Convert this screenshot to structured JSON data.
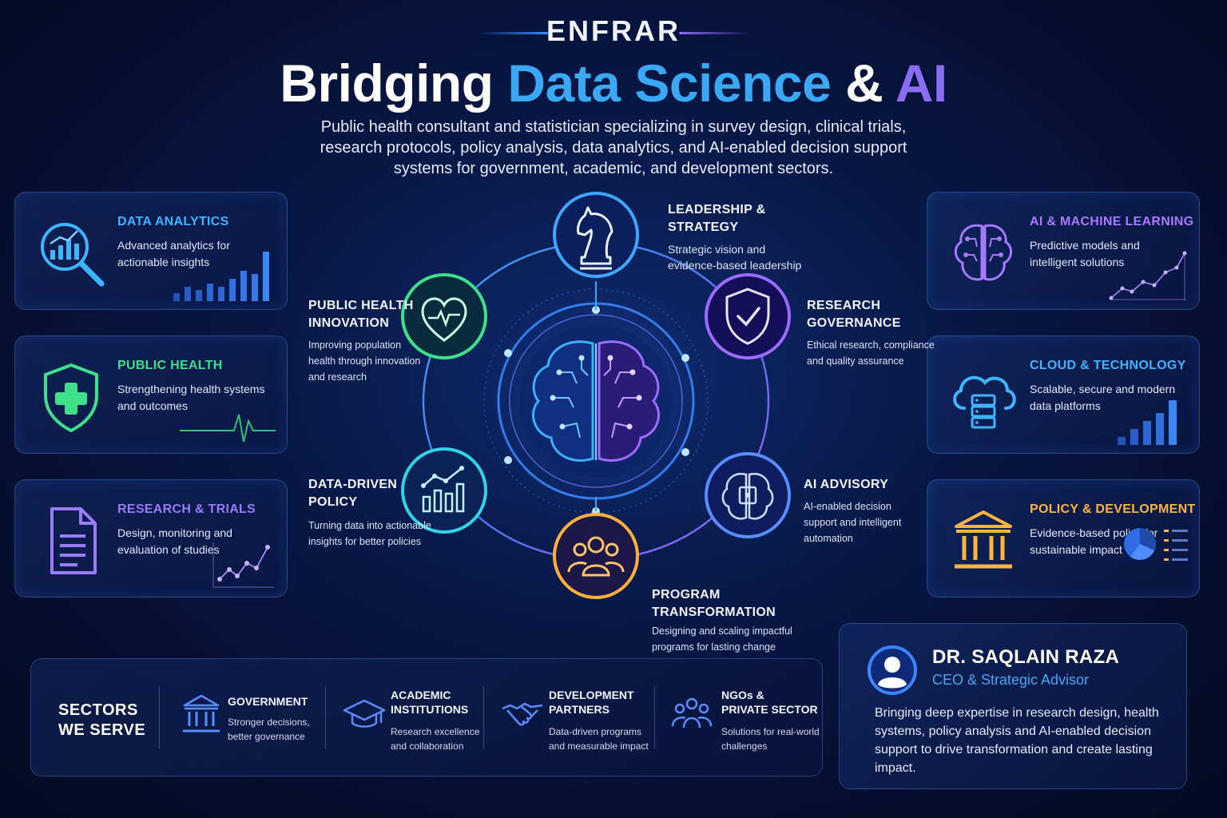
{
  "header": {
    "brand": "ENFRAR",
    "title_part1": "Bridging",
    "title_part2": "Data Science",
    "title_part3": "&",
    "title_part4": "AI",
    "subtitle_line1": "Public health consultant and statistician specializing in survey design, clinical trials,",
    "subtitle_line2": "research protocols, policy analysis, data analytics, and AI-enabled decision support",
    "subtitle_line3": "systems for government, academic, and development sectors."
  },
  "left_cards": [
    {
      "title": "DATA ANALYTICS",
      "desc": "Advanced analytics for actionable insights",
      "color": "#3fb4ff",
      "icon": "magnifier-chart-icon"
    },
    {
      "title": "PUBLIC HEALTH",
      "desc": "Strengthening health systems and outcomes",
      "color": "#3ee08a",
      "icon": "shield-cross-icon"
    },
    {
      "title": "RESEARCH & TRIALS",
      "desc": "Design, monitoring and evaluation of studies",
      "color": "#9a7bf7",
      "icon": "document-icon"
    }
  ],
  "right_cards": [
    {
      "title": "AI & MACHINE LEARNING",
      "desc": "Predictive models and intelligent solutions",
      "color": "#a779ff",
      "icon": "brain-circuit-icon"
    },
    {
      "title": "CLOUD & TECHNOLOGY",
      "desc": "Scalable, secure and modern data platforms",
      "color": "#3fb4ff",
      "icon": "cloud-server-icon"
    },
    {
      "title": "POLICY & DEVELOPMENT",
      "desc": "Evidence-based policy for sustainable impact",
      "color": "#ffb53d",
      "icon": "institution-icon"
    }
  ],
  "nodes": {
    "leadership": {
      "title": "LEADERSHIP & STRATEGY",
      "line1": "LEADERSHIP &",
      "line2": "STRATEGY",
      "d1": "Strategic vision and",
      "d2": "evidence-based leadership",
      "icon": "chess-knight-icon",
      "color": "#3fa6ff"
    },
    "research_gov": {
      "line1": "RESEARCH",
      "line2": "GOVERNANCE",
      "d1": "Ethical research, compliance",
      "d2": "and quality assurance",
      "icon": "shield-check-icon",
      "color": "#9b6bff"
    },
    "ai_advisory": {
      "line1": "AI ADVISORY",
      "d1": "AI-enabled decision",
      "d2": "support and intelligent",
      "d3": "automation",
      "icon": "chip-brain-icon",
      "color": "#5a8cff"
    },
    "program": {
      "line1": "PROGRAM",
      "line2": "TRANSFORMATION",
      "d1": "Designing and scaling impactful",
      "d2": "programs for lasting change",
      "icon": "people-group-icon",
      "color": "#ffb03a"
    },
    "data_policy": {
      "line1": "DATA-DRIVEN",
      "line2": "POLICY",
      "d1": "Turning data into actionable",
      "d2": "insights for better policies",
      "icon": "bar-chart-icon",
      "color": "#2fd4e6"
    },
    "public_health": {
      "line1": "PUBLIC HEALTH",
      "line2": "INNOVATION",
      "d1": "Improving population",
      "d2": "health through innovation",
      "d3": "and research",
      "icon": "heart-pulse-icon",
      "color": "#3ee08a"
    }
  },
  "sectors": {
    "title_line1": "SECTORS",
    "title_line2": "WE SERVE",
    "items": [
      {
        "n1": "GOVERNMENT",
        "n2": "",
        "d1": "Stronger decisions,",
        "d2": "better governance",
        "icon": "government-building-icon"
      },
      {
        "n1": "ACADEMIC",
        "n2": "INSTITUTIONS",
        "d1": "Research excellence",
        "d2": "and collaboration",
        "icon": "graduation-cap-icon"
      },
      {
        "n1": "DEVELOPMENT",
        "n2": "PARTNERS",
        "d1": "Data-driven programs",
        "d2": "and measurable impact",
        "icon": "handshake-icon"
      },
      {
        "n1": "NGOs &",
        "n2": "PRIVATE SECTOR",
        "d1": "Solutions for real-world",
        "d2": "challenges",
        "icon": "people-icon"
      }
    ]
  },
  "profile": {
    "name": "DR. SAQLAIN RAZA",
    "role": "CEO & Strategic Advisor",
    "bio": "Bringing deep expertise in research design, health systems, policy analysis and AI-enabled decision support to drive transformation and create lasting impact."
  }
}
